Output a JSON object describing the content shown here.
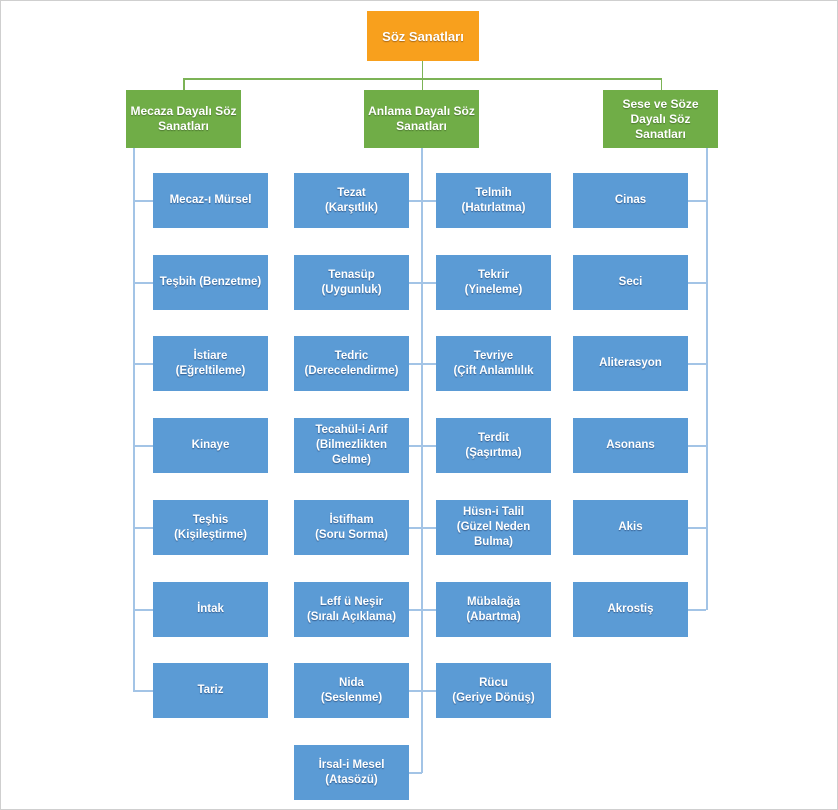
{
  "root": {
    "label": "Söz Sanatları"
  },
  "colors": {
    "root_fill": "#F8A01D",
    "branch_fill": "#70AD47",
    "leaf_fill": "#5B9BD5",
    "text": "#FFFFFF",
    "connector_green": "#7CB356",
    "connector_blue": "#A3C4E6"
  },
  "branches": [
    {
      "key": "mecaza",
      "lines": [
        "Mecaza Dayalı Söz",
        "Sanatları"
      ],
      "children": [
        {
          "lines": [
            "Mecaz-ı Mürsel"
          ]
        },
        {
          "lines": [
            "Teşbih (Benzetme)"
          ]
        },
        {
          "lines": [
            "İstiare",
            "(Eğreltileme)"
          ]
        },
        {
          "lines": [
            "Kinaye"
          ]
        },
        {
          "lines": [
            "Teşhis",
            "(Kişileştirme)"
          ]
        },
        {
          "lines": [
            "İntak"
          ]
        },
        {
          "lines": [
            "Tariz"
          ]
        }
      ]
    },
    {
      "key": "anlama",
      "lines": [
        "Anlama Dayalı Söz",
        "Sanatları"
      ],
      "children_left": [
        {
          "lines": [
            "Tezat",
            "(Karşıtlık)"
          ]
        },
        {
          "lines": [
            "Tenasüp",
            "(Uygunluk)"
          ]
        },
        {
          "lines": [
            "Tedric",
            "(Derecelendirme)"
          ]
        },
        {
          "lines": [
            "Tecahül-i Arif",
            "(Bilmezlikten",
            "Gelme)"
          ]
        },
        {
          "lines": [
            "İstifham",
            "(Soru Sorma)"
          ]
        },
        {
          "lines": [
            "Leff ü Neşir",
            "(Sıralı Açıklama)"
          ]
        },
        {
          "lines": [
            "Nida",
            "(Seslenme)"
          ]
        },
        {
          "lines": [
            "İrsal-i Mesel",
            "(Atasözü)"
          ]
        }
      ],
      "children_right": [
        {
          "lines": [
            "Telmih",
            "(Hatırlatma)"
          ]
        },
        {
          "lines": [
            "Tekrir",
            "(Yineleme)"
          ]
        },
        {
          "lines": [
            "Tevriye",
            "(Çift Anlamlılık"
          ]
        },
        {
          "lines": [
            "Terdit",
            "(Şaşırtma)"
          ]
        },
        {
          "lines": [
            "Hüsn-i Talil",
            "(Güzel Neden",
            "Bulma)"
          ]
        },
        {
          "lines": [
            "Mübalağa",
            "(Abartma)"
          ]
        },
        {
          "lines": [
            "Rücu",
            "(Geriye Dönüş)"
          ]
        }
      ]
    },
    {
      "key": "sese",
      "lines": [
        "Sese ve Söze",
        "Dayalı Söz",
        "Sanatları"
      ],
      "children": [
        {
          "lines": [
            "Cinas"
          ]
        },
        {
          "lines": [
            "Seci"
          ]
        },
        {
          "lines": [
            "Aliterasyon"
          ]
        },
        {
          "lines": [
            "Asonans"
          ]
        },
        {
          "lines": [
            "Akis"
          ]
        },
        {
          "lines": [
            "Akrostiş"
          ]
        }
      ]
    }
  ]
}
